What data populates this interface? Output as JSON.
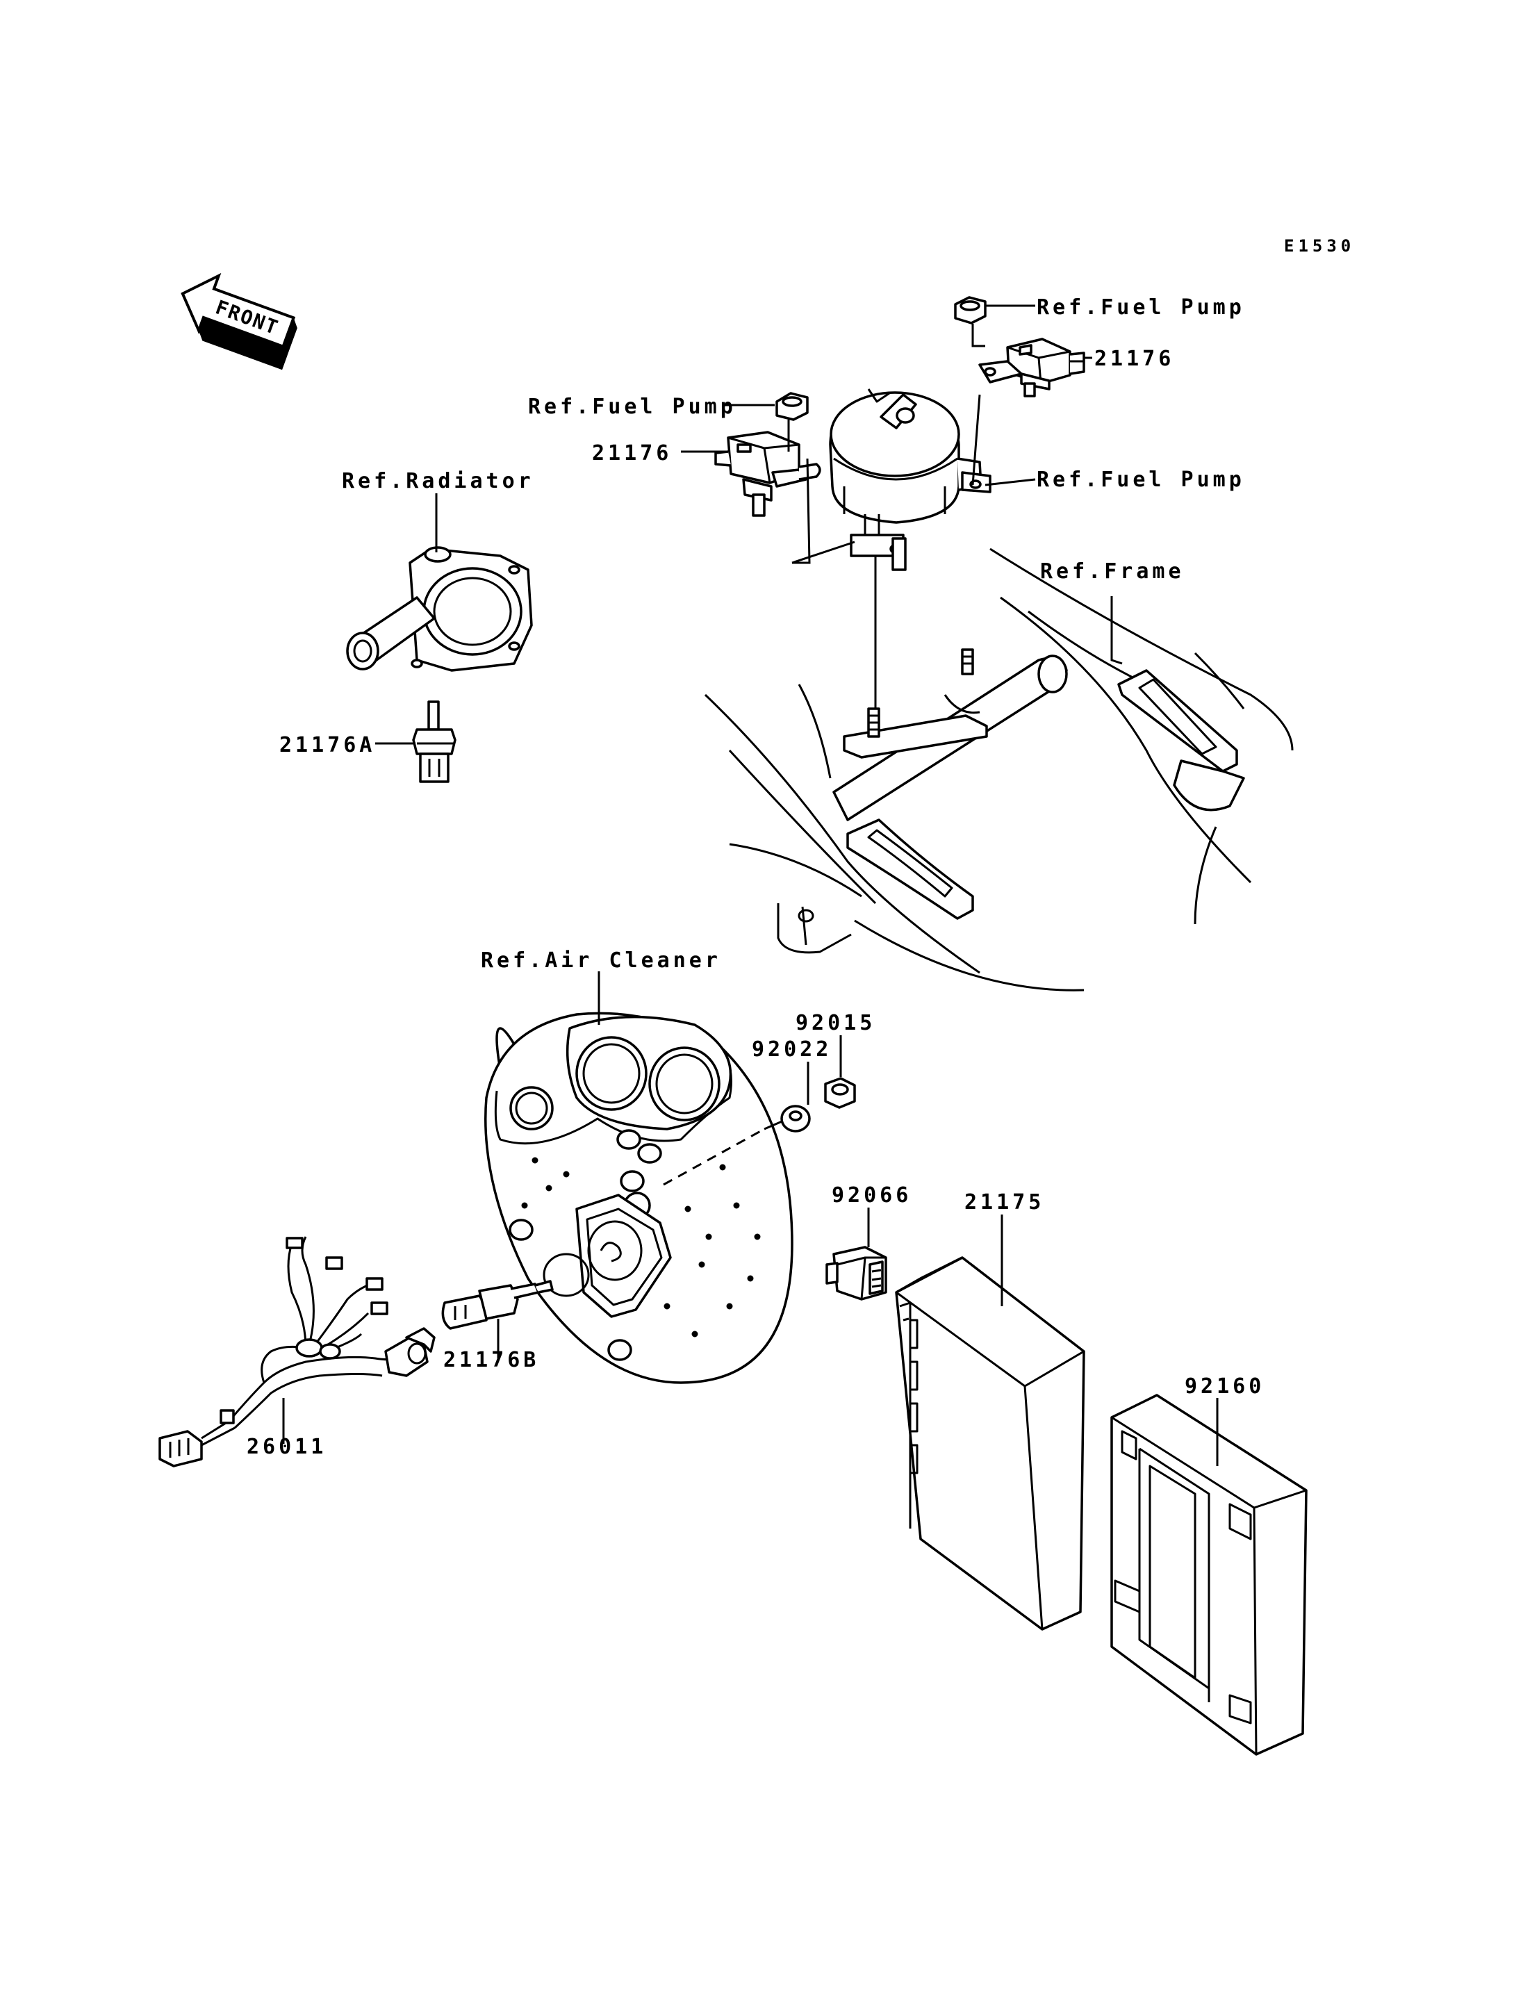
{
  "diagram": {
    "code": "E1530",
    "front_label": "FRONT",
    "labels": {
      "ref_fuel_pump_top": "Ref.Fuel Pump",
      "part_21176_right": "21176",
      "ref_fuel_pump_left": "Ref.Fuel Pump",
      "part_21176_left": "21176",
      "ref_fuel_pump_right": "Ref.Fuel Pump",
      "ref_radiator": "Ref.Radiator",
      "ref_frame": "Ref.Frame",
      "part_21176A": "21176A",
      "ref_air_cleaner": "Ref.Air Cleaner",
      "part_92015": "92015",
      "part_92022": "92022",
      "part_92066": "92066",
      "part_21175": "21175",
      "part_92160": "92160",
      "part_21176B": "21176B",
      "part_26011": "26011"
    }
  }
}
